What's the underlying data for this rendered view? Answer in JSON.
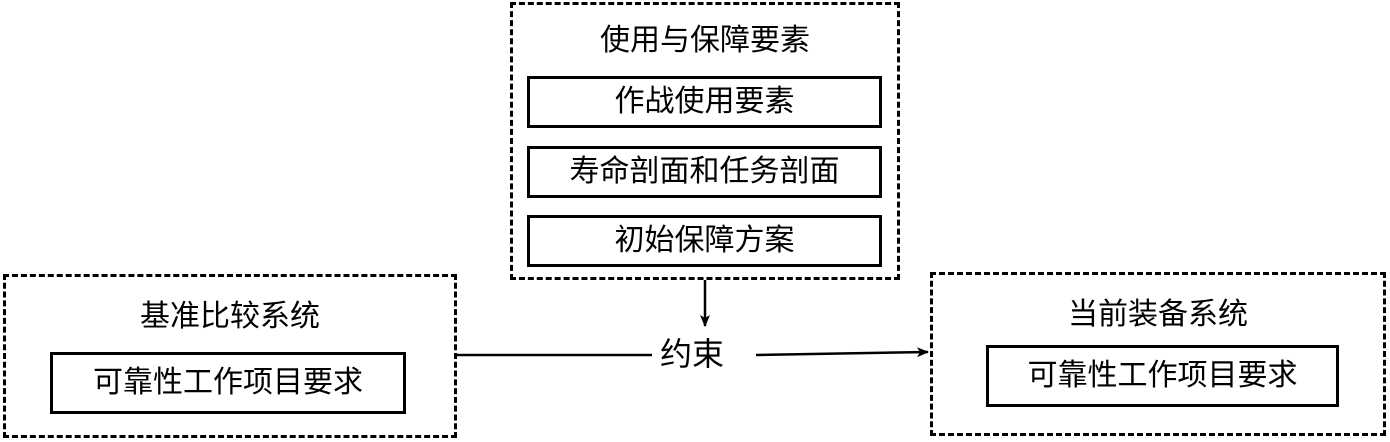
{
  "top_group": {
    "title": "使用与保障要素",
    "items": [
      "作战使用要素",
      "寿命剖面和任务剖面",
      "初始保障方案"
    ]
  },
  "left_group": {
    "title": "基准比较系统",
    "item": "可靠性工作项目要求"
  },
  "right_group": {
    "title": "当前装备系统",
    "item": "可靠性工作项目要求"
  },
  "connector_label": "约束"
}
